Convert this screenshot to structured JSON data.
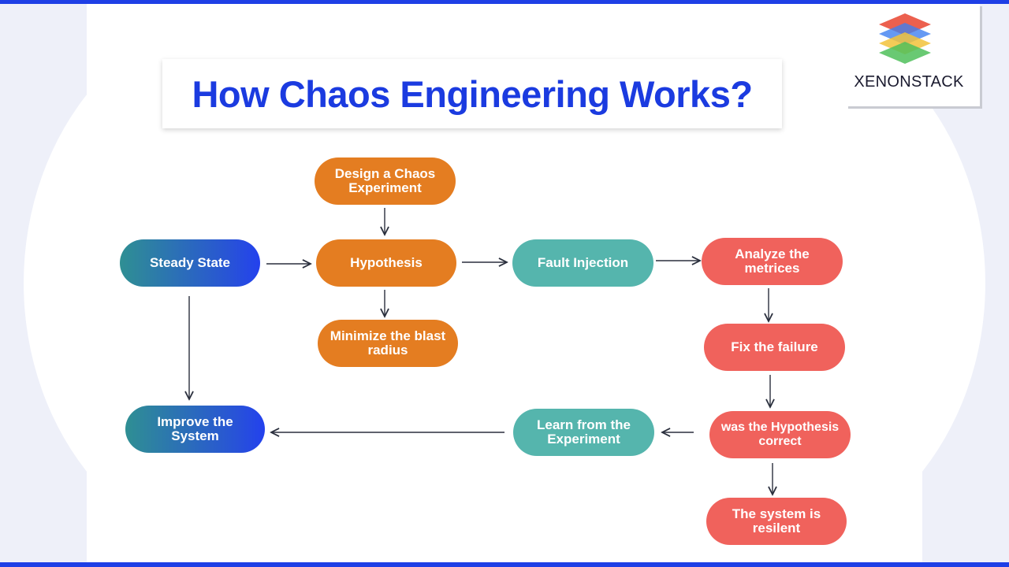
{
  "title": "How Chaos Engineering Works?",
  "logo": {
    "text": "XENONSTACK"
  },
  "colors": {
    "accent_blue": "#1b3be0",
    "orange": "#e47d21",
    "teal": "#55b5ad",
    "red": "#f0625c"
  },
  "nodes": {
    "steady_state": "Steady State",
    "design_experiment": "Design a Chaos Experiment",
    "hypothesis": "Hypothesis",
    "minimize_blast": "Minimize the blast radius",
    "fault_injection": "Fault Injection",
    "analyze_metrices": "Analyze the metrices",
    "fix_failure": "Fix the failure",
    "hypothesis_correct": "was the Hypothesis correct",
    "system_resilent": "The system is resilent",
    "learn_experiment": "Learn from the Experiment",
    "improve_system": "Improve the System"
  }
}
